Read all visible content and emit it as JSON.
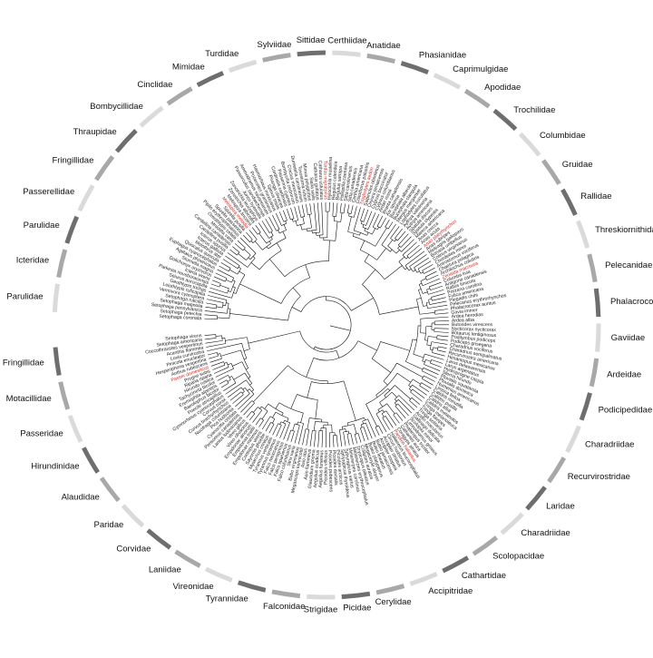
{
  "figure": {
    "type": "circular-phylogenetic-tree",
    "ring_colors": [
      "#dadada",
      "#a8a8a8",
      "#6e6e6e"
    ],
    "highlight_color": "#d9241c"
  },
  "families": [
    {
      "label": "Parulidae"
    },
    {
      "label": "Icteridae"
    },
    {
      "label": "Parulidae"
    },
    {
      "label": "Passerellidae"
    },
    {
      "label": "Fringillidae"
    },
    {
      "label": "Thraupidae"
    },
    {
      "label": "Bombycillidae"
    },
    {
      "label": "Cinclidae"
    },
    {
      "label": "Mimidae"
    },
    {
      "label": "Turdidae"
    },
    {
      "label": "Sylviidae"
    },
    {
      "label": "Sittidae"
    },
    {
      "label": "Certhiidae"
    },
    {
      "label": "Anatidae"
    },
    {
      "label": "Phasianidae"
    },
    {
      "label": "Caprimulgidae"
    },
    {
      "label": "Apodidae"
    },
    {
      "label": "Trochilidae"
    },
    {
      "label": "Columbidae"
    },
    {
      "label": "Gruidae"
    },
    {
      "label": "Rallidae"
    },
    {
      "label": "Threskiornithidae"
    },
    {
      "label": "Pelecanidae"
    },
    {
      "label": "Phalacrocoracidae"
    },
    {
      "label": "Gaviidae"
    },
    {
      "label": "Ardeidae"
    },
    {
      "label": "Podicipedidae"
    },
    {
      "label": "Charadriidae"
    },
    {
      "label": "Recurvirostridae"
    },
    {
      "label": "Laridae"
    },
    {
      "label": "Charadriidae"
    },
    {
      "label": "Scolopacidae"
    },
    {
      "label": "Cathartidae"
    },
    {
      "label": "Accipitridae"
    },
    {
      "label": "Cerylidae"
    },
    {
      "label": "Picidae"
    },
    {
      "label": "Strigidae"
    },
    {
      "label": "Falconidae"
    },
    {
      "label": "Tyrannidae"
    },
    {
      "label": "Vireonidae"
    },
    {
      "label": "Laniidae"
    },
    {
      "label": "Corvidae"
    },
    {
      "label": "Paridae"
    },
    {
      "label": "Alaudidae"
    },
    {
      "label": "Hirundinidae"
    },
    {
      "label": "Passeridae"
    },
    {
      "label": "Motacillidae"
    },
    {
      "label": "Fringillidae"
    }
  ],
  "species": [
    {
      "label": "Setophaga coronata"
    },
    {
      "label": "Setophaga petechia"
    },
    {
      "label": "Setophaga pensylvanica"
    },
    {
      "label": "Setophaga magnolia"
    },
    {
      "label": "Setophaga ruticilla"
    },
    {
      "label": "Vermivora cyanoptera"
    },
    {
      "label": "Leiothlypis ruficapilla"
    },
    {
      "label": "Geothlypis trichas"
    },
    {
      "label": "Seiurus aurocapilla"
    },
    {
      "label": "Parkesia noveboracensis"
    },
    {
      "label": "Icteria virens"
    },
    {
      "label": "Dolichonyx oryzivorus"
    },
    {
      "label": "Sturnella magna"
    },
    {
      "label": "Agelaius phoeniceus"
    },
    {
      "label": "Euphagus cyanocephalus"
    },
    {
      "label": "Quiscalus quiscula"
    },
    {
      "label": "Molothrus ater"
    },
    {
      "label": "Icterus galbula"
    },
    {
      "label": "Icterus spurius"
    },
    {
      "label": "Cardellina pusilla"
    },
    {
      "label": "Cardellina canadensis"
    },
    {
      "label": "Mniotilta varia"
    },
    {
      "label": "Oreothlypis celata"
    },
    {
      "label": "Pipilo erythrophthalmus"
    },
    {
      "label": "Spizella passerina"
    },
    {
      "label": "Spizella pusilla"
    },
    {
      "label": "Melospiza melodia",
      "highlight": true
    },
    {
      "label": "Melospiza lincolnii"
    },
    {
      "label": "Zonotrichia albicollis"
    },
    {
      "label": "Zonotrichia leucophrys"
    },
    {
      "label": "Junco hyemalis"
    },
    {
      "label": "Passerculus sandwichensis"
    },
    {
      "label": "Ammodramus savannarum"
    },
    {
      "label": "Pooecetes gramineus"
    },
    {
      "label": "Haemorhous mexicanus"
    },
    {
      "label": "Spinus tristis"
    },
    {
      "label": "Piranga olivacea"
    },
    {
      "label": "Cardinalis cardinalis"
    },
    {
      "label": "Passerina cyanea"
    },
    {
      "label": "Bombycilla cedrorum"
    },
    {
      "label": "Cinclus mexicanus"
    },
    {
      "label": "Dumetella carolinensis"
    },
    {
      "label": "Toxostoma rufum"
    },
    {
      "label": "Mimus polyglottos"
    },
    {
      "label": "Sialia sialis"
    },
    {
      "label": "Catharus guttatus"
    },
    {
      "label": "Catharus ustulatus"
    },
    {
      "label": "Turdus migratorius",
      "highlight": true
    },
    {
      "label": "Hylocichla mustelina"
    },
    {
      "label": "Regulus calendula"
    },
    {
      "label": "Regulus satrapa"
    },
    {
      "label": "Polioptila caerulea"
    },
    {
      "label": "Sitta carolinensis"
    },
    {
      "label": "Sitta canadensis"
    },
    {
      "label": "Certhia americana"
    },
    {
      "label": "Cistothorus palustris"
    },
    {
      "label": "Troglodytes aedon",
      "highlight": true
    },
    {
      "label": "Salpinctes obsoletus"
    },
    {
      "label": "Oxyura jamaicensis"
    },
    {
      "label": "Cygnus buccinator"
    },
    {
      "label": "Cygnus columbianus"
    },
    {
      "label": "Anser rossii"
    },
    {
      "label": "Branta canadensis"
    },
    {
      "label": "Aix sponsa"
    },
    {
      "label": "Bucephala albeola"
    },
    {
      "label": "Bucephala clangula"
    },
    {
      "label": "Mergus merganser"
    },
    {
      "label": "Lophodytes cucullatus"
    },
    {
      "label": "Aythya valisineria"
    },
    {
      "label": "Aythya americana"
    },
    {
      "label": "Spatula discors"
    },
    {
      "label": "Spatula clypeata"
    },
    {
      "label": "Mareca americana"
    },
    {
      "label": "Anas crecca"
    },
    {
      "label": "Anas acuta"
    },
    {
      "label": "Anas platyrhynchos",
      "highlight": true
    },
    {
      "label": "Anas rubripes"
    },
    {
      "label": "Meleagris gallopavo"
    },
    {
      "label": "Bonasa umbellus"
    },
    {
      "label": "Colinus virginianus"
    },
    {
      "label": "Chordeiles minor"
    },
    {
      "label": "Antrostomus vociferus"
    },
    {
      "label": "Chaetura pelagica"
    },
    {
      "label": "Archilochus colubris"
    },
    {
      "label": "Zenaida macroura",
      "highlight": true
    },
    {
      "label": "Columba livia"
    },
    {
      "label": "Antigone canadensis"
    },
    {
      "label": "Rallus limicola"
    },
    {
      "label": "Porzana carolina"
    },
    {
      "label": "Fulica americana"
    },
    {
      "label": "Plegadis chihi"
    },
    {
      "label": "Pelecanus erythrorhynchos"
    },
    {
      "label": "Phalacrocorax auritus"
    },
    {
      "label": "Gavia immer"
    },
    {
      "label": "Ardea herodias"
    },
    {
      "label": "Ardea alba"
    },
    {
      "label": "Butorides virescens"
    },
    {
      "label": "Nycticorax nycticorax"
    },
    {
      "label": "Botaurus lentiginosus"
    },
    {
      "label": "Podilymbus podiceps"
    },
    {
      "label": "Podiceps grisegena"
    },
    {
      "label": "Charadrius vociferus"
    },
    {
      "label": "Charadrius semipalmatus"
    },
    {
      "label": "Recurvirostra americana"
    },
    {
      "label": "Himantopus mexicanus"
    },
    {
      "label": "Larus delawarensis"
    },
    {
      "label": "Larus argentatus"
    },
    {
      "label": "Hydroprogne caspia"
    },
    {
      "label": "Sterna hirundo"
    },
    {
      "label": "Pluvialis squatarola"
    },
    {
      "label": "Pluvialis dominica"
    },
    {
      "label": "Numenius americanus"
    },
    {
      "label": "Limosa fedoa"
    },
    {
      "label": "Calidris minutilla"
    },
    {
      "label": "Calidris pusilla"
    },
    {
      "label": "Calidris alba"
    },
    {
      "label": "Calidris melanotos"
    },
    {
      "label": "Tringa melanoleuca"
    },
    {
      "label": "Tringa flavipes"
    },
    {
      "label": "Tringa solitaria"
    },
    {
      "label": "Actitis macularius"
    },
    {
      "label": "Gallinago delicata"
    },
    {
      "label": "Scolopax minor"
    },
    {
      "label": "Limnodromus griseus"
    },
    {
      "label": "Phalaropus tricolor"
    },
    {
      "label": "Cathartes aura"
    },
    {
      "label": "Coragyps atratus"
    },
    {
      "label": "Pandion haliaetus",
      "highlight": true
    },
    {
      "label": "Haliaeetus leucocephalus"
    },
    {
      "label": "Circus hudsonius"
    },
    {
      "label": "Accipiter striatus"
    },
    {
      "label": "Accipiter cooperii"
    },
    {
      "label": "Buteo jamaicensis"
    },
    {
      "label": "Buteo lineatus"
    },
    {
      "label": "Buteo platypterus"
    },
    {
      "label": "Megaceryle alcyon"
    },
    {
      "label": "Colaptes auratus"
    },
    {
      "label": "Dryocopus pileatus"
    },
    {
      "label": "Melanerpes erythrocephalus"
    },
    {
      "label": "Melanerpes carolinus"
    },
    {
      "label": "Sphyrapicus varius"
    },
    {
      "label": "Sphyrapicus thyroideus"
    },
    {
      "label": "Picoides arcticus"
    },
    {
      "label": "Picoides dorsalis"
    },
    {
      "label": "Picoides pubescens"
    },
    {
      "label": "Picoides villosus"
    },
    {
      "label": "Aegolius funereus"
    },
    {
      "label": "Aegolius acadicus"
    },
    {
      "label": "Glaucidium gnoma"
    },
    {
      "label": "Asio flammeus"
    },
    {
      "label": "Asio otus"
    },
    {
      "label": "Megascops kennicottii"
    },
    {
      "label": "Bubo virginianus"
    },
    {
      "label": "Strix varia"
    },
    {
      "label": "Falco columbarius"
    },
    {
      "label": "Falco sparverius"
    },
    {
      "label": "Falco peregrinus"
    },
    {
      "label": "Falco mexicanus"
    },
    {
      "label": "Tyrannus tyrannus"
    },
    {
      "label": "Tyrannus verticalis"
    },
    {
      "label": "Myiarchus crinitus"
    },
    {
      "label": "Sayornis phoebe"
    },
    {
      "label": "Contopus virens"
    },
    {
      "label": "Empidonax minimus"
    },
    {
      "label": "Empidonax traillii"
    },
    {
      "label": "Empidonax alnorum"
    },
    {
      "label": "Vireo olivaceus"
    },
    {
      "label": "Vireo gilvus"
    },
    {
      "label": "Lanius ludovicianus"
    },
    {
      "label": "Perisoreus canadensis"
    },
    {
      "label": "Cyanocitta cristata"
    },
    {
      "label": "Pica hudsonia"
    },
    {
      "label": "Nucifraga columbiana"
    },
    {
      "label": "Corvus brachyrhynchos"
    },
    {
      "label": "Corvus corax"
    },
    {
      "label": "Gymnorhinus cyanocephalus"
    },
    {
      "label": "Poecile atricapillus"
    },
    {
      "label": "Baeolophus bicolor"
    },
    {
      "label": "Eremophila alpestris"
    },
    {
      "label": "Tachycineta bicolor"
    },
    {
      "label": "Hirundo rustica"
    },
    {
      "label": "Riparia riparia"
    },
    {
      "label": "Progne subis"
    },
    {
      "label": "Passer domesticus",
      "highlight": true
    },
    {
      "label": "Anthus rubescens"
    },
    {
      "label": "Hesperiphona vespertina"
    },
    {
      "label": "Pinicola enucleator"
    },
    {
      "label": "Loxia curvirostra"
    },
    {
      "label": "Acanthis flammea"
    },
    {
      "label": "Coccothraustes vespertinus"
    },
    {
      "label": "Setophaga americana"
    },
    {
      "label": "Setophaga virens"
    }
  ]
}
